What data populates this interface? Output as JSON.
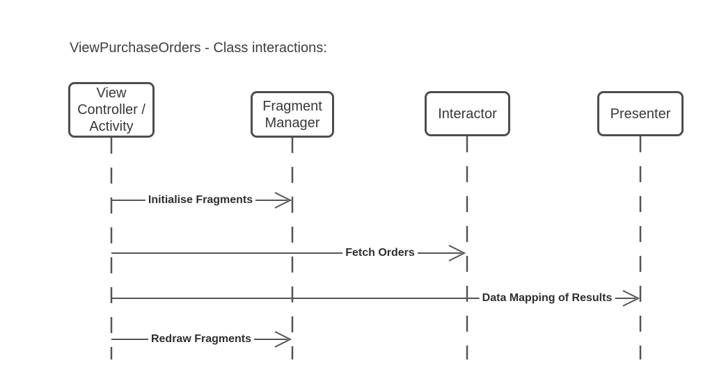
{
  "title": "ViewPurchaseOrders - Class interactions:",
  "actors": [
    {
      "id": "view-controller-activity",
      "label": "View\nController /\nActivity"
    },
    {
      "id": "fragment-manager",
      "label": "Fragment\nManager"
    },
    {
      "id": "interactor",
      "label": "Interactor"
    },
    {
      "id": "presenter",
      "label": "Presenter"
    }
  ],
  "messages": [
    {
      "label": "Initialise Fragments",
      "from": "View Controller / Activity",
      "to": "Fragment Manager"
    },
    {
      "label": "Fetch Orders",
      "from": "View Controller / Activity",
      "to": "Interactor"
    },
    {
      "label": "Data Mapping of Results",
      "from": "View Controller / Activity",
      "to": "Presenter"
    },
    {
      "label": "Redraw Fragments",
      "from": "View Controller / Activity",
      "to": "Fragment Manager"
    }
  ],
  "colors": {
    "background": "#ffffff",
    "line": "#545454",
    "box_border": "#4d4d4d",
    "box_text": "#383838",
    "title_text": "#3d3d3d",
    "message_text": "#2e2e2e"
  }
}
